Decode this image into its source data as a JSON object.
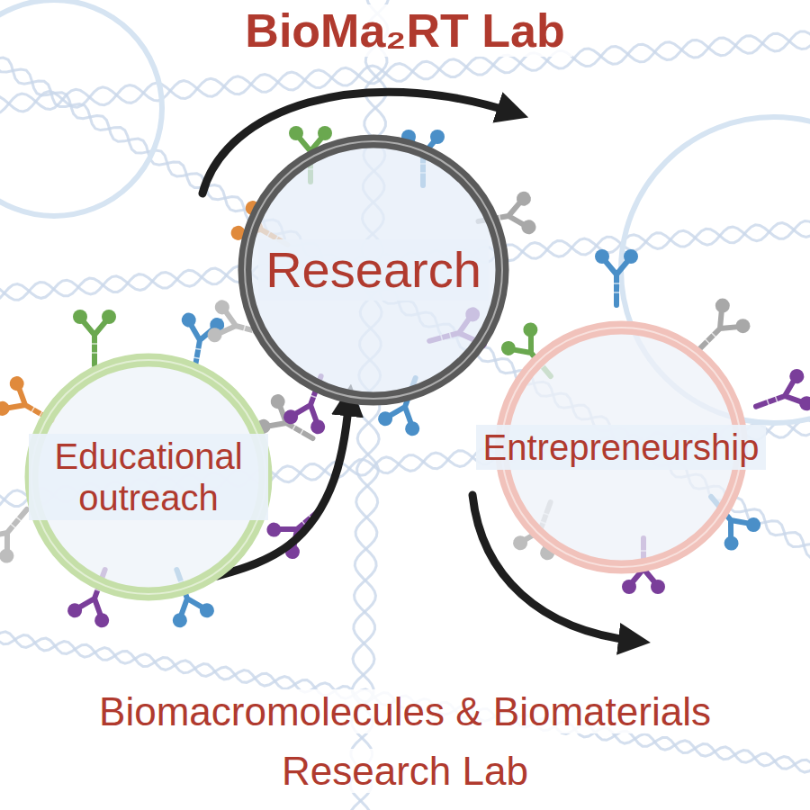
{
  "diagram": {
    "title": "BioMa₂RT Lab",
    "caption": "Biomacromolecules & Biomaterials Research Lab",
    "nodes": [
      {
        "text": [
          "Research"
        ]
      },
      {
        "text": [
          "Educational outreach"
        ]
      },
      {
        "text": [
          "Entrepreneurship"
        ]
      }
    ],
    "edges": [
      {
        "from": 1,
        "to": 0,
        "arrow": "to"
      }
    ]
  }
}
